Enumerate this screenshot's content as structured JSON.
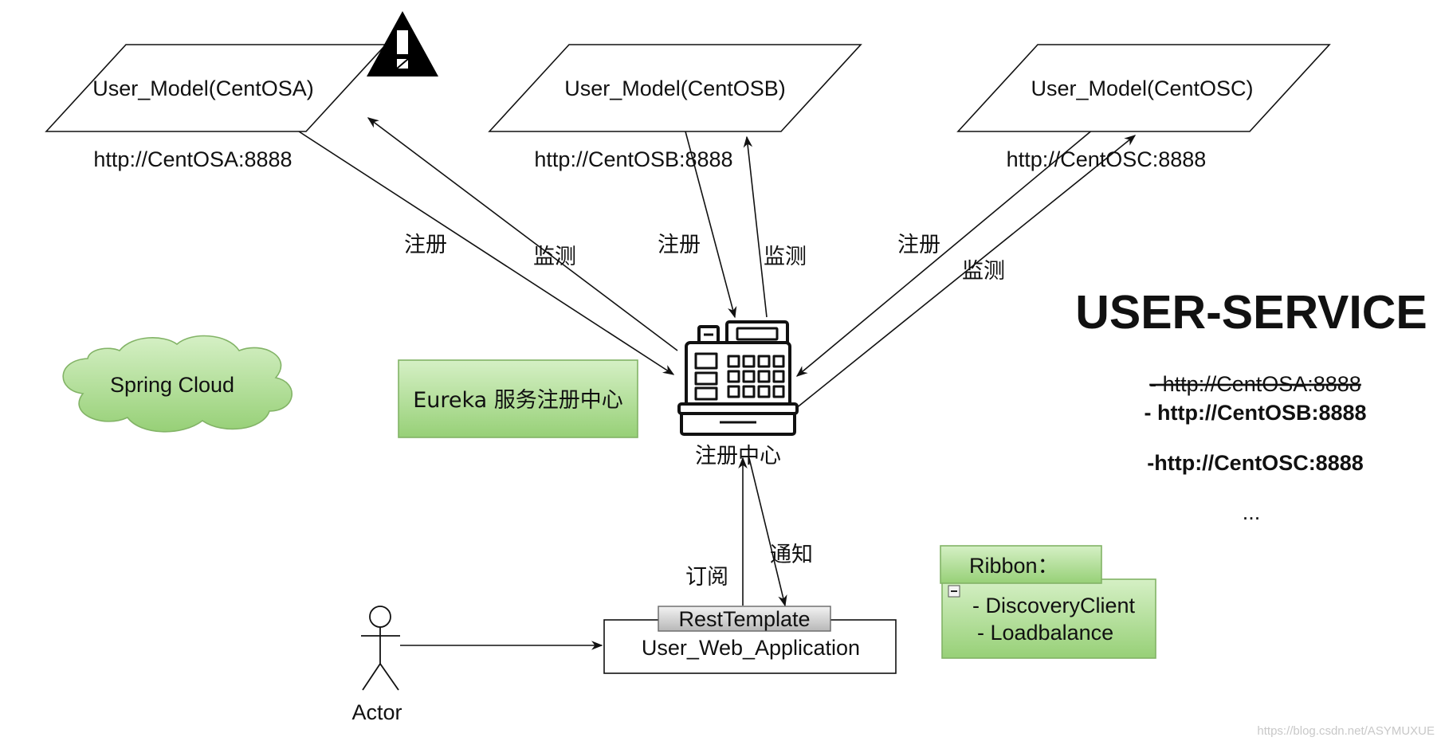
{
  "nodes": {
    "centosa": {
      "label": "User_Model(CentOSA)",
      "url": "http://CentOSA:8888"
    },
    "centosb": {
      "label": "User_Model(CentOSB)",
      "url": "http://CentOSB:8888"
    },
    "centosc": {
      "label": "User_Model(CentOSC)",
      "url": "http://CentOSC:8888"
    },
    "warning_icon": "warning-icon",
    "registry_icon": "cash-register-icon",
    "registry_label": "注册中心",
    "eureka_box": "Eureka 服务注册中心",
    "spring_cloud": "Spring Cloud",
    "rest_template": "RestTemplate",
    "web_app": "User_Web_Application",
    "actor": "Actor",
    "actor_icon": "stick-figure-icon"
  },
  "edges": {
    "register": "注册",
    "monitor": "监测",
    "subscribe": "订阅",
    "notify": "通知"
  },
  "service_list": {
    "title": "USER-SERVICE",
    "entry_a": "- http://CentOSA:8888",
    "entry_b": "- http://CentOSB:8888",
    "entry_c": "-http://CentOSC:8888",
    "more": "..."
  },
  "ribbon": {
    "title": "Ribbon：",
    "collapse_icon": "minus-square-icon",
    "items": [
      "- DiscoveryClient",
      "- Loadbalance"
    ]
  },
  "watermark": "https://blog.csdn.net/ASYMUXUE",
  "colors": {
    "green_fill": "#a8dc8a",
    "green_border": "#82b366",
    "line": "#111111"
  }
}
